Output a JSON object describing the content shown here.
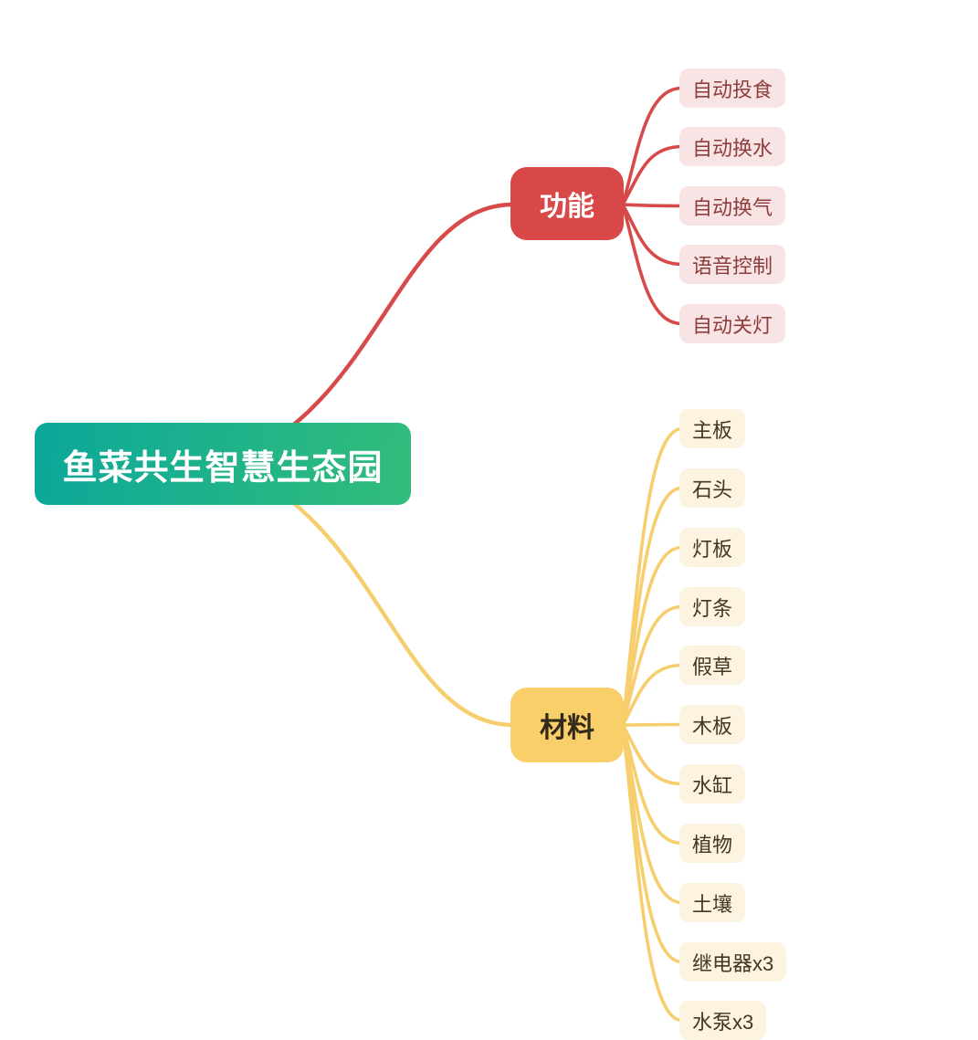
{
  "root": {
    "label": "鱼菜共生智慧生态园",
    "gradient_start": "#0ca79a",
    "gradient_end": "#32bd7a",
    "text_color": "#ffffff"
  },
  "branches": [
    {
      "label": "功能",
      "node_color": "#d94848",
      "line_color": "#d84a4a",
      "text_color": "#ffffff",
      "child_bg": "#f8e4e4",
      "child_text_color": "#8e3c3c",
      "children": [
        "自动投食",
        "自动换水",
        "自动换气",
        "语音控制",
        "自动关灯"
      ]
    },
    {
      "label": "材料",
      "node_color": "#f8cf69",
      "line_color": "#f7ce6d",
      "text_color": "#33291a",
      "child_bg": "#fcf4e1",
      "child_text_color": "#46351f",
      "children": [
        "主板",
        "石头",
        "灯板",
        "灯条",
        "假草",
        "木板",
        "水缸",
        "植物",
        "土壤",
        "继电器x3",
        "水泵x3"
      ]
    }
  ]
}
